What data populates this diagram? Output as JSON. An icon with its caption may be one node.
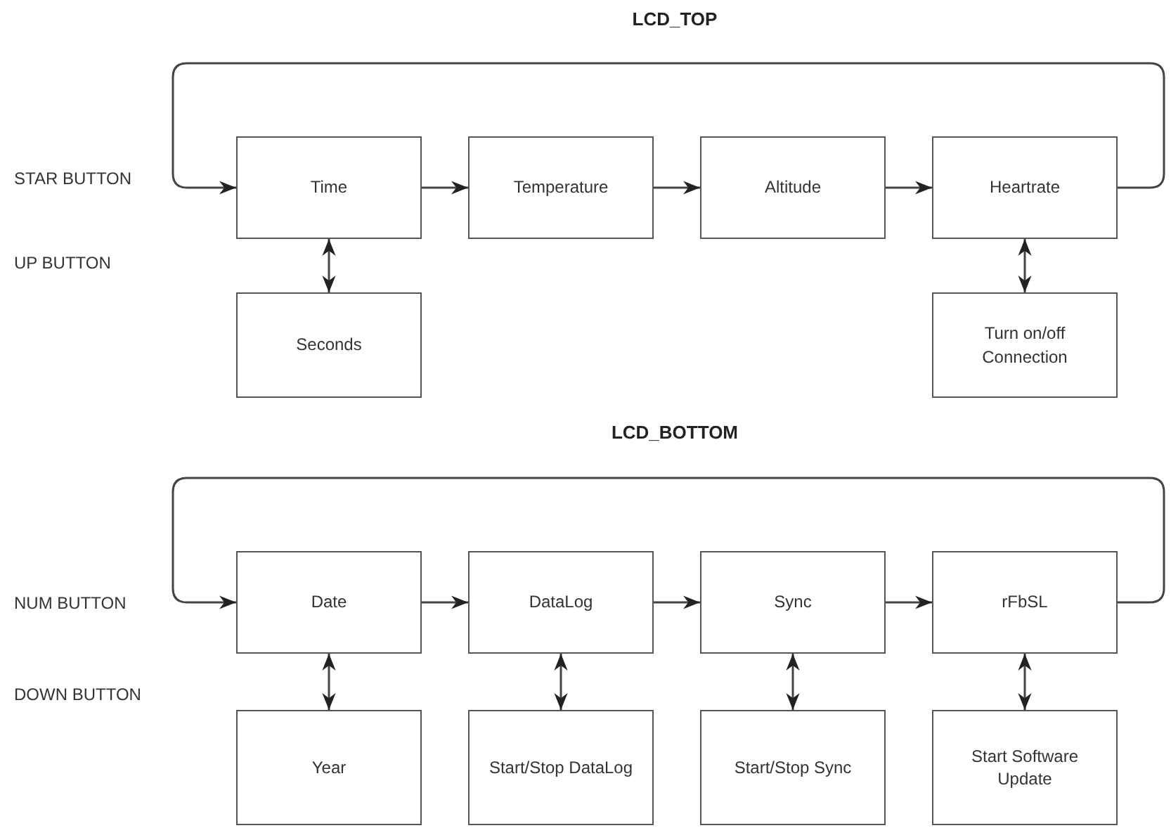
{
  "diagram": {
    "nodes": [
      {
        "text": [
          "Time"
        ]
      },
      {
        "text": [
          "Temperature"
        ]
      },
      {
        "text": [
          "Altitude"
        ]
      },
      {
        "text": [
          "Heartrate"
        ]
      },
      {
        "text": [
          "Seconds"
        ]
      },
      {
        "text": [
          "Turn on/off Connection"
        ]
      },
      {
        "text": [
          "Date"
        ]
      },
      {
        "text": [
          "DataLog"
        ]
      },
      {
        "text": [
          "Sync"
        ]
      },
      {
        "text": [
          "rFbSL"
        ]
      },
      {
        "text": [
          "Year"
        ]
      },
      {
        "text": [
          "Start/Stop DataLog"
        ]
      },
      {
        "text": [
          "Start/Stop Sync"
        ]
      },
      {
        "text": [
          "Start Software Update"
        ]
      }
    ],
    "edges": [
      {
        "from": 0,
        "to": 1,
        "arrow": "to"
      },
      {
        "from": 1,
        "to": 2,
        "arrow": "to"
      },
      {
        "from": 2,
        "to": 3,
        "arrow": "to"
      },
      {
        "from": 3,
        "to": 0,
        "arrow": "to"
      },
      {
        "from": 0,
        "to": 4,
        "arrow": "both"
      },
      {
        "from": 3,
        "to": 5,
        "arrow": "both"
      },
      {
        "from": 6,
        "to": 7,
        "arrow": "to"
      },
      {
        "from": 7,
        "to": 8,
        "arrow": "to"
      },
      {
        "from": 8,
        "to": 9,
        "arrow": "to"
      },
      {
        "from": 9,
        "to": 6,
        "arrow": "to"
      },
      {
        "from": 6,
        "to": 10,
        "arrow": "both"
      },
      {
        "from": 7,
        "to": 11,
        "arrow": "both"
      },
      {
        "from": 8,
        "to": 12,
        "arrow": "both"
      },
      {
        "from": 9,
        "to": 13,
        "arrow": "both"
      }
    ],
    "labels": [
      "LCD_TOP",
      "STAR BUTTON",
      "UP BUTTON",
      "LCD_BOTTOM",
      "NUM BUTTON",
      "DOWN BUTTON"
    ]
  }
}
